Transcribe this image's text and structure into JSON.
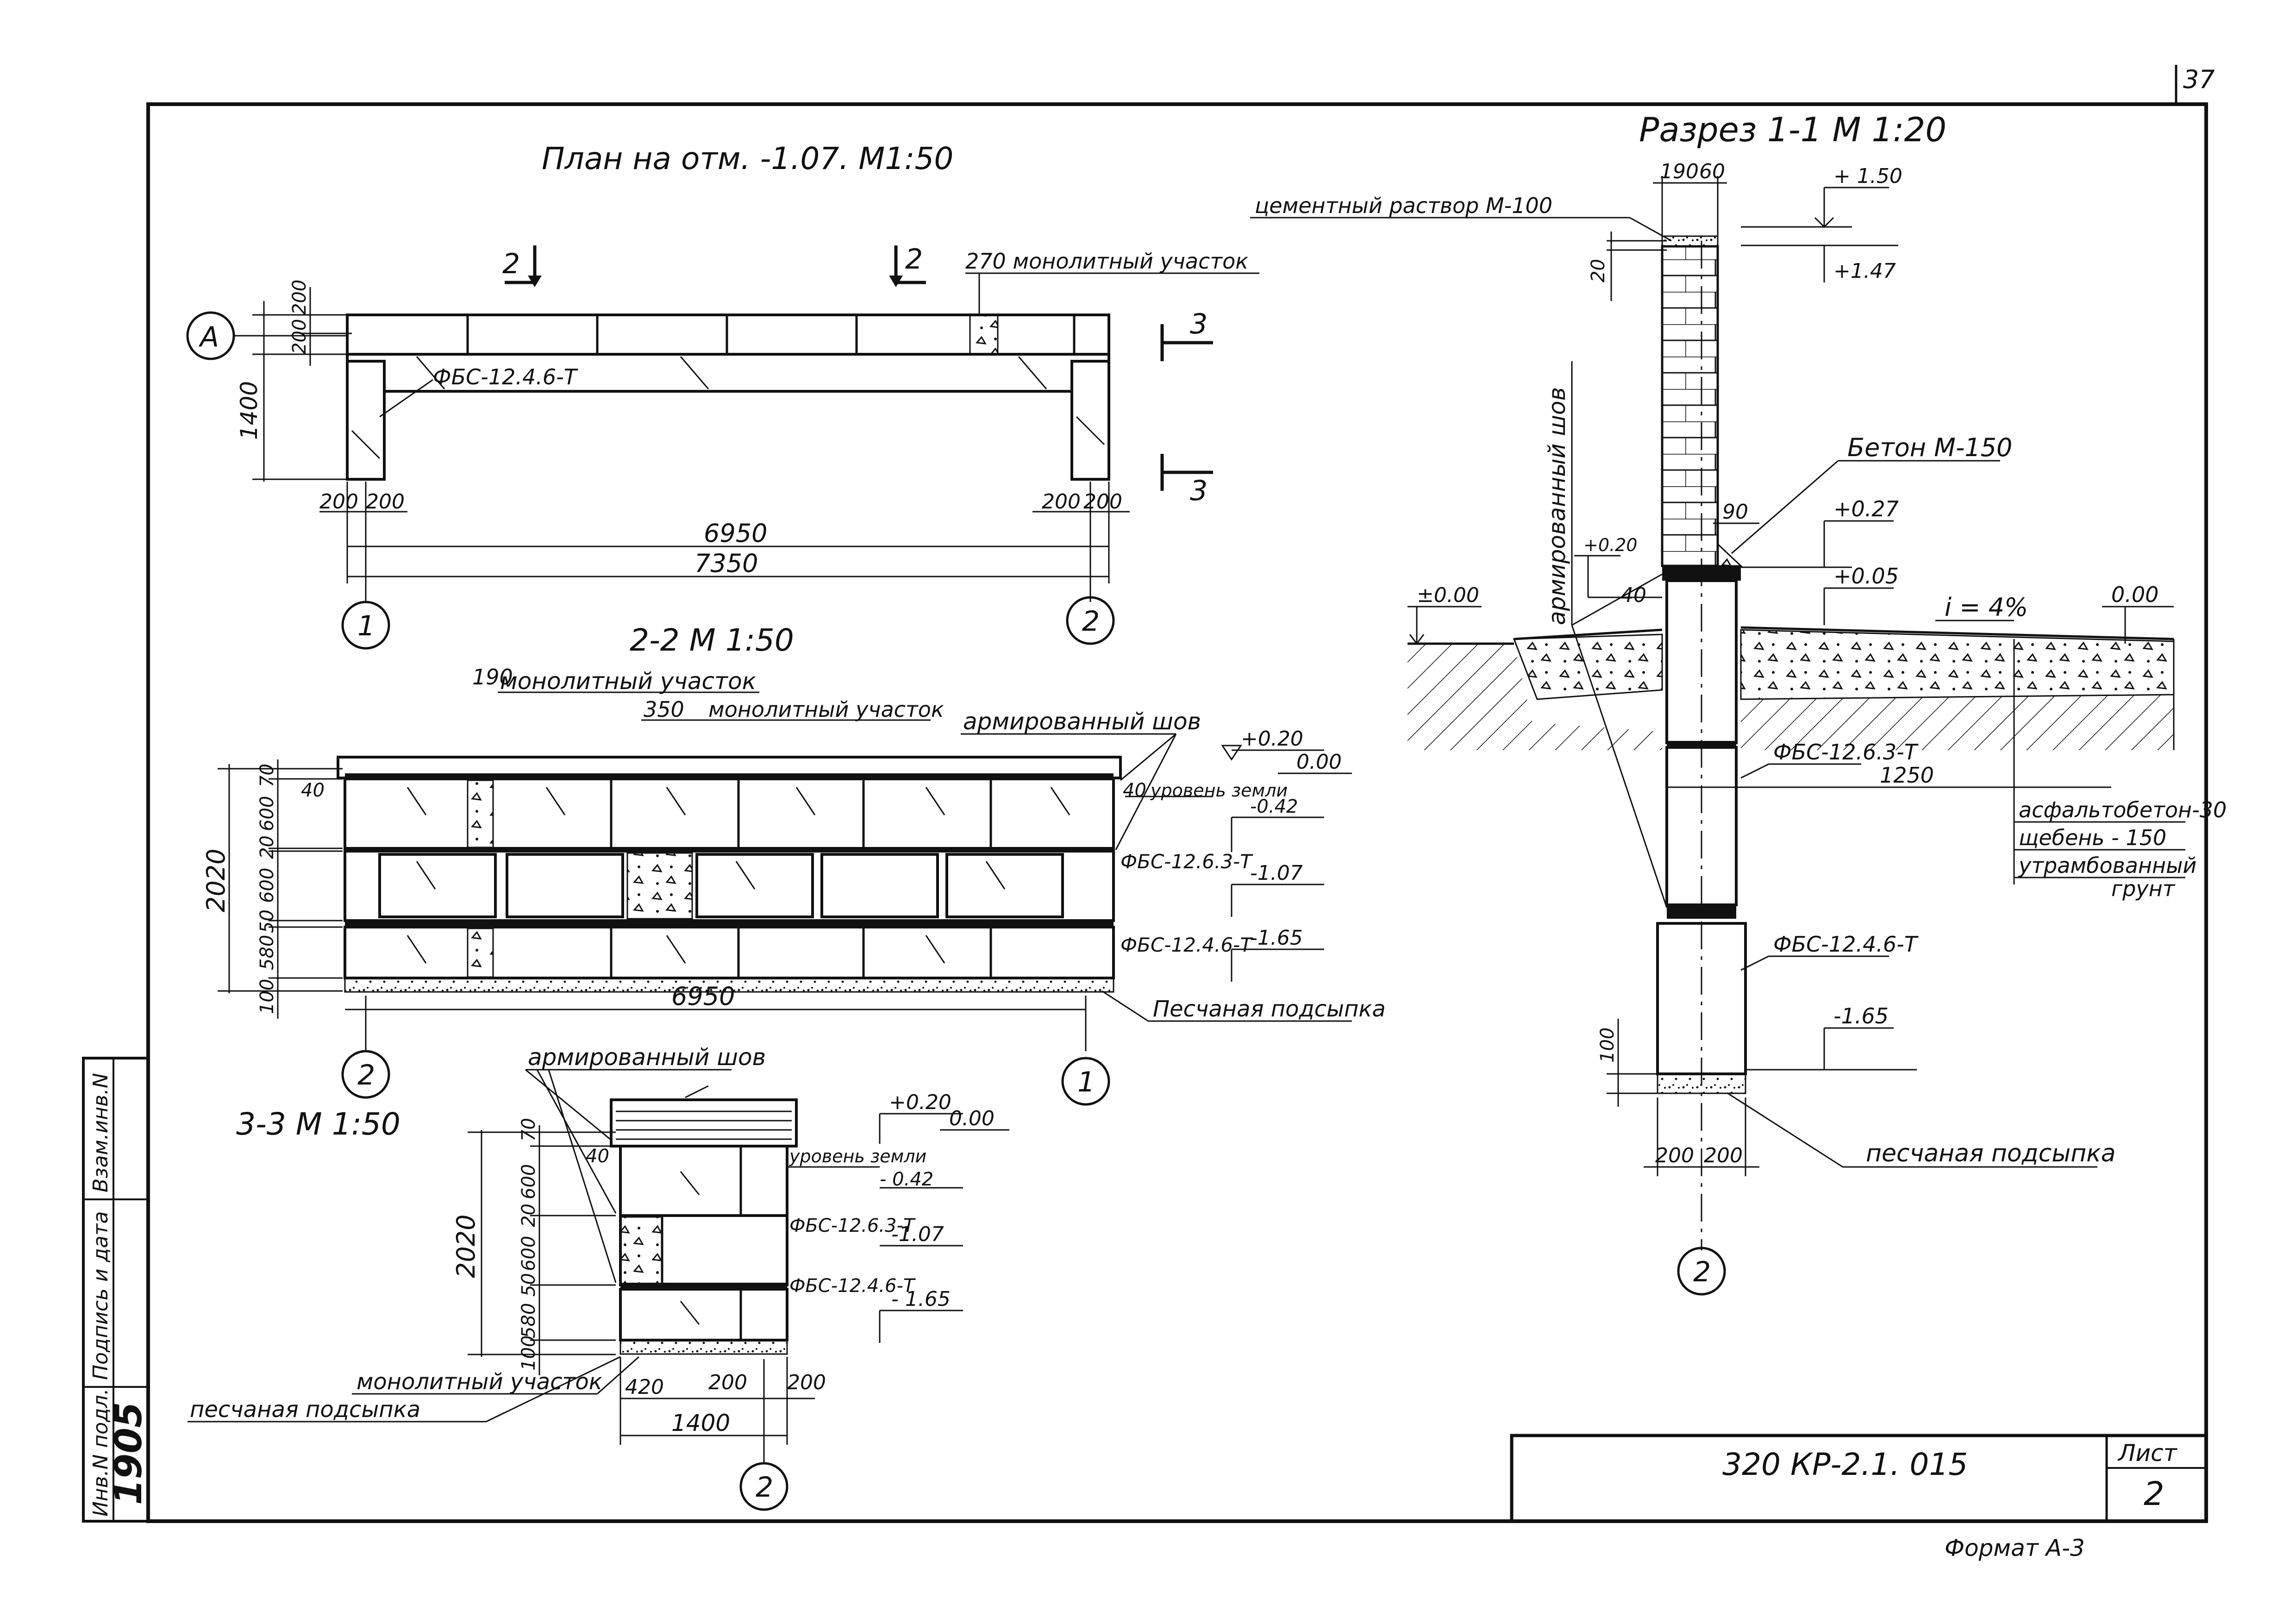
{
  "sheet": {
    "page_mark": "37",
    "drawing_code": "320   КР-2.1.  015",
    "sheet_label": "Лист",
    "sheet_number": "2",
    "format_note": "Формат А-3",
    "side_stamp": {
      "inv_label": "Инв.N подл.",
      "sign_label": "Подпись и дата",
      "replace_label": "Взам.инв.N",
      "inv_number": "1905"
    }
  },
  "plan": {
    "title": "План на отм. -1.07.  М1:50",
    "axis_a": "А",
    "axis_1": "1",
    "axis_2": "2",
    "cut_2": "2",
    "cut_3": "3",
    "monolith_label": "270  монолитный участок",
    "block_label": "ФБС-12.4.6-Т",
    "dim_200a": "200",
    "dim_200b": "200",
    "dim_1400": "1400",
    "dim_200c": "200",
    "dim_200d": "200",
    "dim_200e": "200",
    "dim_200f": "200",
    "dim_6950": "6950",
    "dim_7350": "7350"
  },
  "section22": {
    "title": "2-2  М 1:50",
    "monolith_190": "190",
    "monolith_label_1": "монолитный участок",
    "monolith_350": "350",
    "monolith_label_2": "монолитный участок",
    "armored_seam": "армированный шов",
    "dim_70": "70",
    "dim_600a": "600",
    "dim_20": "20",
    "dim_600b": "600",
    "dim_50": "50",
    "dim_580": "580",
    "dim_100": "100",
    "dim_2020": "2020",
    "dim_40a": "40",
    "dim_40b": "40",
    "ground_level": "уровень земли",
    "lvl_p020": "+0.20",
    "lvl_000": "0.00",
    "lvl_m042": "-0.42",
    "lvl_m107": "-1.07",
    "lvl_m165": "-1.65",
    "block_fbs1263": "ФБС-12.6.3-Т",
    "block_fbs1246": "ФБС-12.4.6-Т",
    "sand_label": "Песчаная подсыпка",
    "dim_6950": "6950",
    "axis_2": "2",
    "axis_1": "1"
  },
  "section33": {
    "title": "3-3  М 1:50",
    "armored_seam": "армированный  шов",
    "lvl_p020": "+0.20",
    "lvl_000": "0.00",
    "ground_level": "уровень земли",
    "lvl_m042": "- 0.42",
    "block_fbs1263": "ФБС-12.6.3-Т",
    "lvl_m107": "-1.07",
    "block_fbs1246": "ФБС-12.4.6-Т",
    "lvl_m165": "- 1.65",
    "dim_70": "70",
    "dim_600a": "600",
    "dim_20": "20",
    "dim_600b": "600",
    "dim_50": "50",
    "dim_580": "580",
    "dim_100": "100",
    "dim_2020": "2020",
    "dim_40": "40",
    "monolith_label": "монолитный  участок",
    "sand_label": "песчаная  подсыпка",
    "dim_420": "420",
    "dim_200a": "200",
    "dim_200b": "200",
    "dim_1400": "1400",
    "axis_2": "2"
  },
  "section11": {
    "title": "Разрез 1-1  М 1:20",
    "dim_190": "190",
    "dim_60": "60",
    "mortar_label": "цементный раствор М-100",
    "lvl_p150": "+ 1.50",
    "lvl_p147": "+1.47",
    "dim_20": "20",
    "armored_seam": "армированный шов",
    "concrete_label": "Бетон М-150",
    "dim_90": "90",
    "lvl_p027": "+0.27",
    "lvl_p020": "+0.20",
    "lvl_p005": "+0.05",
    "dim_40": "40",
    "lvl_000_left": "±0.00",
    "slope": "i = 4%",
    "lvl_000_right": "0.00",
    "block_fbs1263": "ФБС-12.6.3-Т",
    "dim_1250": "1250",
    "layer_1": "асфальтобетон-30",
    "layer_2": "щебень - 150",
    "layer_3": "утрамбованный",
    "layer_3b": "грунт",
    "block_fbs1246": "ФБС-12.4.6-Т",
    "lvl_m165": "-1.65",
    "dim_100": "100",
    "dim_200a": "200",
    "dim_200b": "200",
    "sand_label": "песчаная подсыпка",
    "axis_2": "2"
  }
}
